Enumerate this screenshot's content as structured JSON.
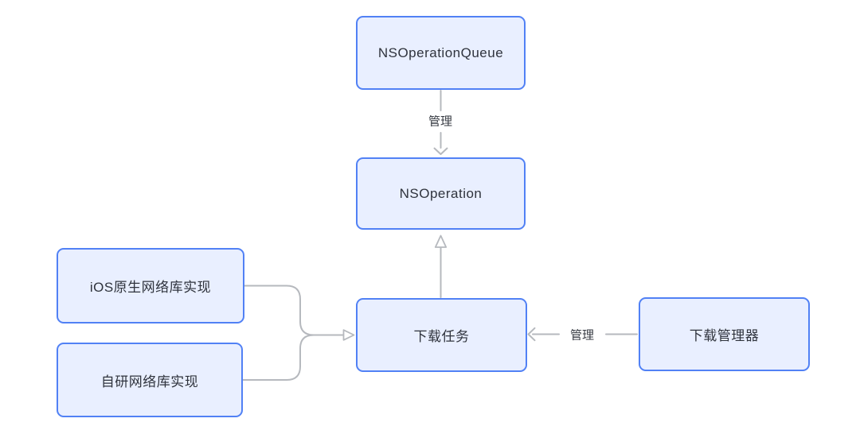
{
  "diagram": {
    "background": "#ffffff",
    "node_fill": "#e9efff",
    "node_border": "#5181f5",
    "connector_color": "#b6b9be",
    "text_color": "#2f333c"
  },
  "nodes": [
    {
      "id": "nsoperationqueue",
      "label": "NSOperationQueue"
    },
    {
      "id": "nsoperation",
      "label": "NSOperation"
    },
    {
      "id": "download-task",
      "label": "下载任务"
    },
    {
      "id": "ios-native",
      "label": "iOS原生网络库实现"
    },
    {
      "id": "self-built",
      "label": "自研网络库实现"
    },
    {
      "id": "download-manager",
      "label": "下载管理器"
    }
  ],
  "edges": [
    {
      "from": "nsoperationqueue",
      "to": "nsoperation",
      "label": "管理",
      "head": "v-chevron",
      "direction": "down"
    },
    {
      "from": "download-task",
      "to": "nsoperation",
      "label": "",
      "head": "open-triangle",
      "direction": "up"
    },
    {
      "from": "ios-native",
      "to": "download-task",
      "label": "",
      "head": "open-triangle",
      "direction": "right",
      "merged": true
    },
    {
      "from": "self-built",
      "to": "download-task",
      "label": "",
      "head": "open-triangle",
      "direction": "right",
      "merged": true
    },
    {
      "from": "download-manager",
      "to": "download-task",
      "label": "管理",
      "head": "v-chevron",
      "direction": "left"
    }
  ]
}
